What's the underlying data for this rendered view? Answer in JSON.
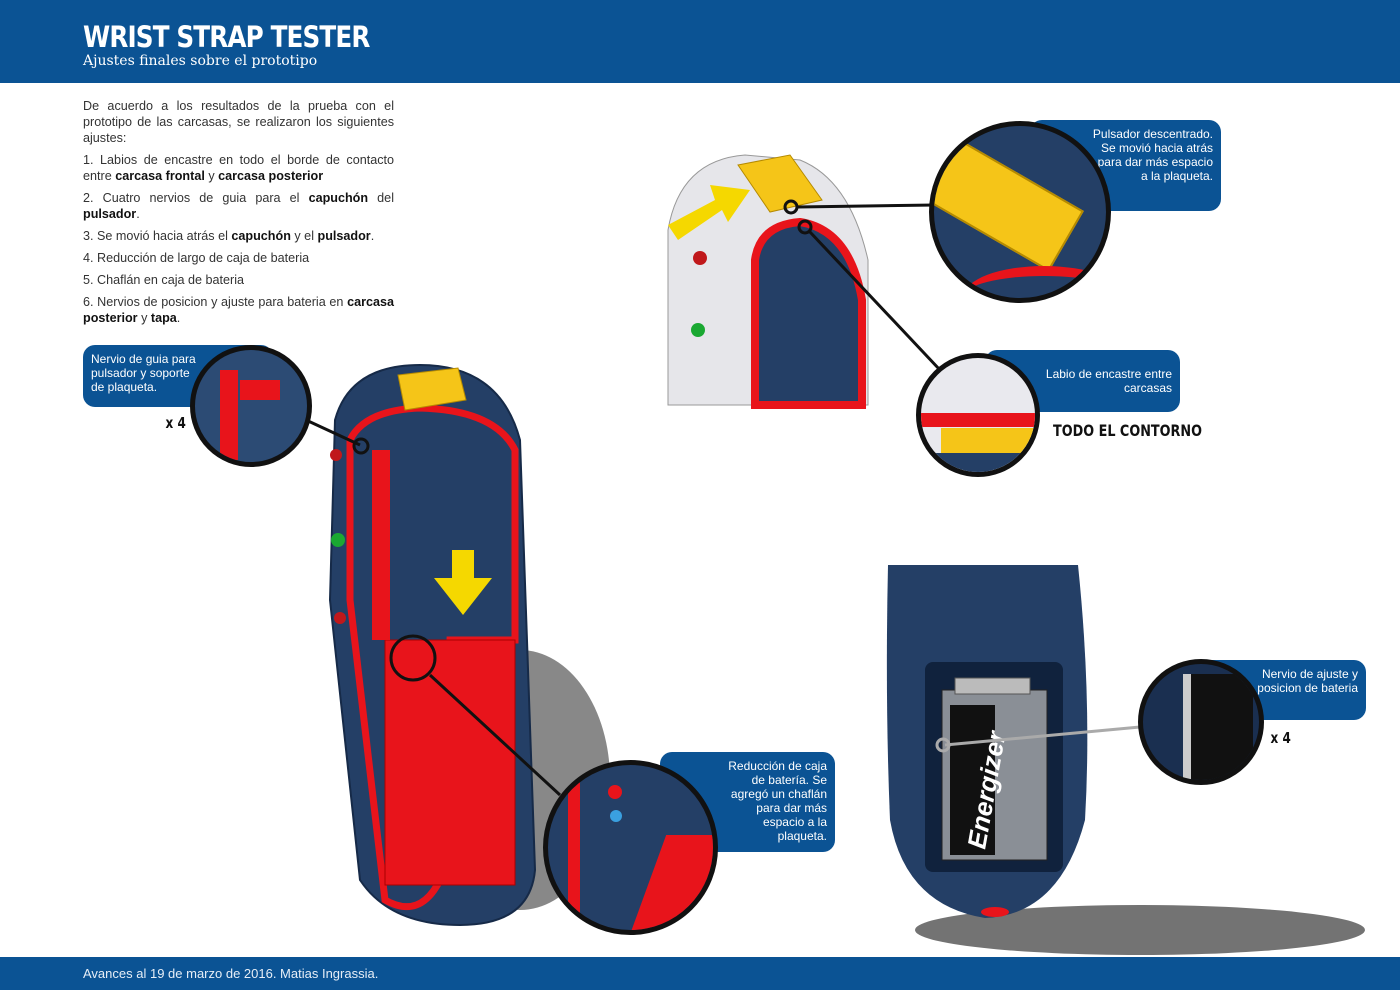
{
  "header": {
    "title": "WRIST STRAP TESTER",
    "subtitle": "Ajustes finales sobre el prototipo"
  },
  "intro": {
    "lead": "De acuerdo a los resultados de la prueba con el prototipo de las carcasas, se realizaron los siguientes ajustes:",
    "items": [
      [
        {
          "t": "1. Labios de encastre en todo el borde de contacto entre "
        },
        {
          "t": "carcasa frontal",
          "b": true
        },
        {
          "t": " y "
        },
        {
          "t": "carcasa posterior",
          "b": true
        }
      ],
      [
        {
          "t": "2. Cuatro nervios de guia para el "
        },
        {
          "t": "capuchón",
          "b": true
        },
        {
          "t": " del "
        },
        {
          "t": "pulsador",
          "b": true
        },
        {
          "t": "."
        }
      ],
      [
        {
          "t": "3. Se movió hacia atrás el "
        },
        {
          "t": "capuchón",
          "b": true
        },
        {
          "t": " y el "
        },
        {
          "t": "pulsador",
          "b": true
        },
        {
          "t": "."
        }
      ],
      [
        {
          "t": "4. Reducción de largo de caja de bateria"
        }
      ],
      [
        {
          "t": "5. Chaflán en caja de bateria"
        }
      ],
      [
        {
          "t": "6. Nervios de posicion y ajuste para bateria en "
        },
        {
          "t": "carcasa posterior",
          "b": true
        },
        {
          "t": " y "
        },
        {
          "t": "tapa",
          "b": true
        },
        {
          "t": "."
        }
      ]
    ]
  },
  "callouts": {
    "guia": "Nervio de guia para pulsador y soporte de plaqueta.",
    "guia_count": "x 4",
    "reduccion": "Reducción de caja de batería. Se agregó un chaflán para dar más espacio a la plaqueta.",
    "pulsador": "Pulsador descentrado. Se movió hacia atrás para dar más espacio a la plaqueta.",
    "labio": "Labio de encastre entre carcasas",
    "labio_note": "TODO EL CONTORNO",
    "ajuste": "Nervio de ajuste y posicion de bateria",
    "ajuste_count": "x 4"
  },
  "battery_brand": "Energizer",
  "footer": "Avances al 19 de marzo de 2016. Matias Ingrassia.",
  "colors": {
    "brand": "#0b5394",
    "red": "#e8141b",
    "yellow": "#f5c518",
    "shell": "#243f66"
  }
}
